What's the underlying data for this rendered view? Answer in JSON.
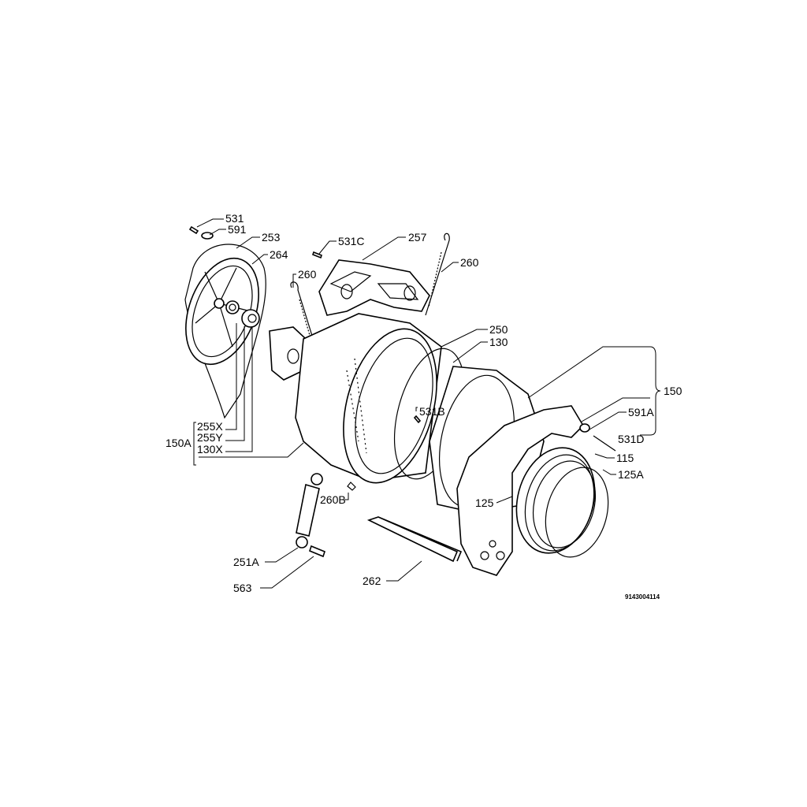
{
  "diagram": {
    "type": "exploded-parts-diagram",
    "drawing_code": "9143004114",
    "callouts": {
      "c531": "531",
      "c591": "591",
      "c253": "253",
      "c264": "264",
      "c531c": "531C",
      "c257": "257",
      "c260a": "260",
      "c260b": "260",
      "c250": "250",
      "c130": "130",
      "c150": "150",
      "c531b": "531B",
      "c591a": "591A",
      "c531d": "531D",
      "c115": "115",
      "c125a": "125A",
      "c125": "125",
      "c150a": "150A",
      "c255x": "255X",
      "c255y": "255Y",
      "c130x": "130X",
      "c260bb": "260B",
      "c251a": "251A",
      "c563": "563",
      "c262": "262"
    }
  }
}
